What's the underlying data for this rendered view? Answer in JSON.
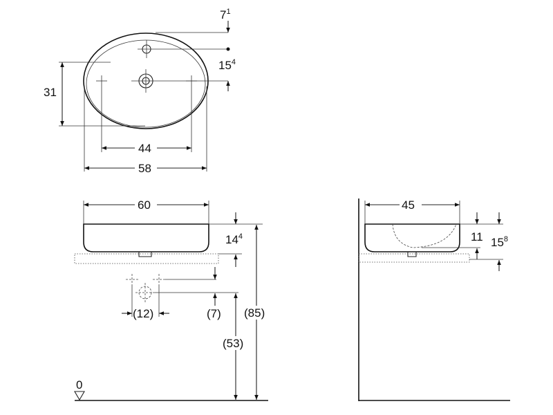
{
  "top_view": {
    "width_overall": "58",
    "hole_spacing": "44",
    "depth": "31",
    "tap_offset_base": "7",
    "tap_offset_sup": "1",
    "waste_offset_base": "15",
    "waste_offset_sup": "4"
  },
  "front_view": {
    "width": "60",
    "basin_height_base": "14",
    "basin_height_sup": "4",
    "tap_spacing": "(12)",
    "waste_drop": "(7)",
    "counter_height": "(85)",
    "waste_height": "(53)",
    "floor_level": "0"
  },
  "side_view": {
    "depth": "45",
    "inner_depth": "11",
    "height_base": "15",
    "height_sup": "8"
  },
  "colors": {
    "line": "#222222",
    "background": "#ffffff"
  }
}
